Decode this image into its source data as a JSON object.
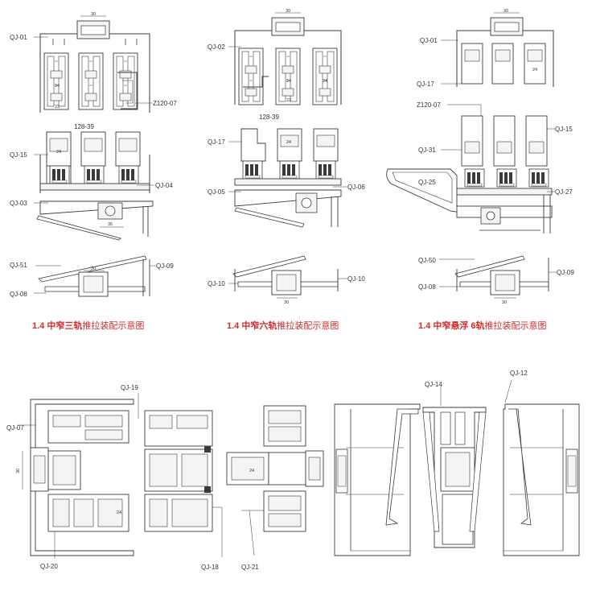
{
  "colors": {
    "line": "#3a3a3a",
    "accent": "#d42a2a",
    "fill": "#f4f4f4"
  },
  "diagram1": {
    "caption_bold": "1.4 中窄三轨",
    "caption_rest": "推拉装配示意图",
    "labels": {
      "qj01": "QJ-01",
      "qj15": "QJ-15",
      "qj03": "QJ-03",
      "qj04": "QJ-04",
      "z120": "Z120-07",
      "s128": "128-39",
      "qj51": "QJ-51",
      "qj09": "QJ-09",
      "qj08": "QJ-08"
    },
    "dims": {
      "d30a": "30",
      "d24a": "24",
      "d23": "23",
      "d24b": "24",
      "d35": "35",
      "d30b": "30"
    }
  },
  "diagram2": {
    "caption_bold": "1.4 中窄六轨",
    "caption_rest": "推拉装配示意图",
    "labels": {
      "qj02": "QJ-02",
      "qj17": "QJ-17",
      "qj05": "QJ-05",
      "qj06": "QJ-06",
      "s128": "128-39",
      "qj10a": "QJ-10",
      "qj10b": "QJ-10"
    },
    "dims": {
      "d30a": "30",
      "d24a": "24",
      "d24b": "24",
      "d23": "23",
      "d24c": "24",
      "d30b": "30"
    }
  },
  "diagram3": {
    "caption_bold": "1.4 中窄悬浮 6轨",
    "caption_rest": "推拉装配示意图",
    "labels": {
      "qj01": "QJ-01",
      "qj17": "QJ-17",
      "z120": "Z120-07",
      "qj31": "QJ-31",
      "qj15": "QJ-15",
      "qj25": "QJ-25",
      "qj27": "QJ-27",
      "qj50": "QJ-50",
      "qj09": "QJ-09",
      "qj08": "QJ-08"
    },
    "dims": {
      "d30a": "30",
      "d24": "24",
      "d30b": "30"
    }
  },
  "diagram4": {
    "labels": {
      "qj19": "QJ-19",
      "qj07": "QJ-07",
      "qj20": "QJ-20",
      "qj18": "QJ-18",
      "qj21": "QJ-21"
    },
    "dims": {
      "d30": "30",
      "d24a": "24",
      "d24b": "24"
    }
  },
  "diagram5": {
    "labels": {
      "qj14": "QJ-14",
      "qj12": "QJ-12"
    }
  }
}
